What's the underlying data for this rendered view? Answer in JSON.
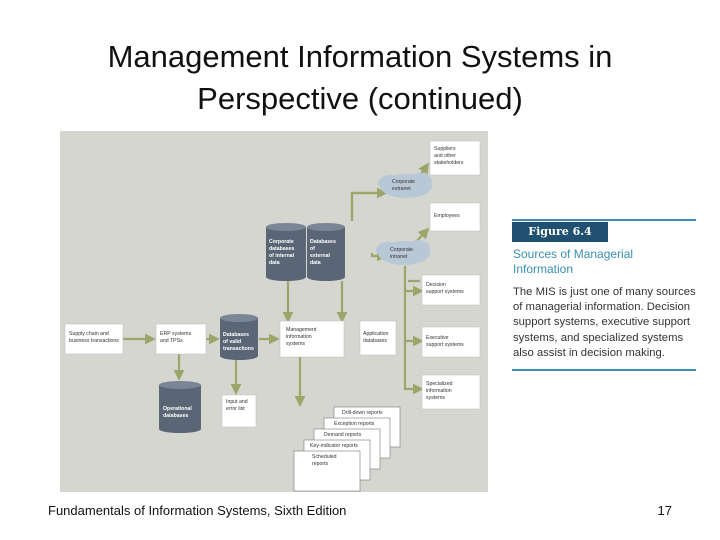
{
  "slide": {
    "title_line1": "Management Information Systems in",
    "title_line2": "Perspective (continued)",
    "footer": "Fundamentals of Information Systems, Sixth Edition",
    "page_number": "17"
  },
  "figure": {
    "tag": "Figure 6.4",
    "title_line1": "Sources of Managerial",
    "title_line2": "Information",
    "caption": "The MIS is just one of many sources of managerial information. Decision support systems, executive support systems, and specialized systems also assist in decision making."
  },
  "diagram": {
    "supply_chain": [
      "Supply chain and",
      "business transactions"
    ],
    "erp": [
      "ERP systems",
      "and TPSs"
    ],
    "operational_db": [
      "Operational",
      "databases"
    ],
    "databases_valid": [
      "Databases",
      "of valid",
      "transactions"
    ],
    "input_error": [
      "Input and",
      "error list"
    ],
    "corporate_internal": [
      "Corporate",
      "databases",
      "of internal",
      "data"
    ],
    "external_db": [
      "Databases",
      "of",
      "external",
      "data"
    ],
    "mis": [
      "Management",
      "information",
      "systems"
    ],
    "app_db": [
      "Application",
      "databases"
    ],
    "suppliers": [
      "Suppliers",
      "and other",
      "stakeholders"
    ],
    "extranet": [
      "Corporate",
      "extranet"
    ],
    "employees": [
      "Employees"
    ],
    "intranet": [
      "Corporate",
      "intranet"
    ],
    "dss": [
      "Decision",
      "support systems"
    ],
    "ess": [
      "Executive",
      "support systems"
    ],
    "specialized": [
      "Specialized",
      "information",
      "systems"
    ],
    "reports": [
      "Drill-down reports",
      "Exception reports",
      "Demand reports",
      "Key-indicator reports",
      "Scheduled",
      "reports"
    ],
    "colors": {
      "background": "#d6d6d0",
      "box": "#ffffff",
      "database": "#5a6575",
      "cloud": "#b9c8d6",
      "arrow": "#9aa66a",
      "accent": "#3a8fb0",
      "tag": "#1f5070"
    }
  }
}
